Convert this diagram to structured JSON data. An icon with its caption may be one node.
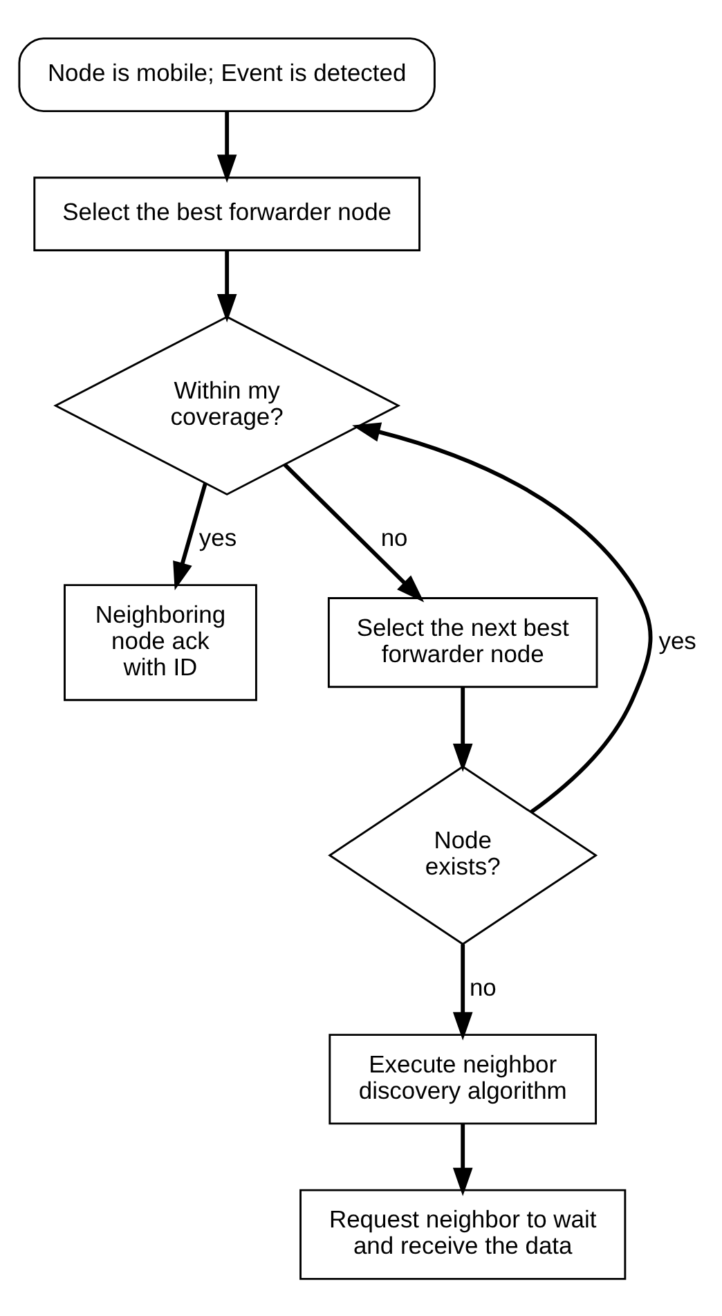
{
  "diagram": {
    "nodes": [
      {
        "text": [
          "Node is mobile; Event is detected"
        ]
      },
      {
        "text": [
          "Select the best forwarder node"
        ]
      },
      {
        "text": [
          "Within my coverage?"
        ]
      },
      {
        "text": [
          "Neighboring node ack with ID"
        ]
      },
      {
        "text": [
          "Select the next best forwarder node"
        ]
      },
      {
        "text": [
          "Node exists?"
        ]
      },
      {
        "text": [
          "Execute neighbor discovery algorithm"
        ]
      },
      {
        "text": [
          "Request neighbor to wait and receive the data"
        ]
      }
    ],
    "edges": [
      {
        "from": 0,
        "to": 1,
        "arrow": "to"
      },
      {
        "from": 1,
        "to": 2,
        "arrow": "to"
      },
      {
        "from": 2,
        "to": 3,
        "arrow": "to",
        "label": "yes"
      },
      {
        "from": 2,
        "to": 4,
        "arrow": "to",
        "label": "no"
      },
      {
        "from": 4,
        "to": 5,
        "arrow": "to"
      },
      {
        "from": 5,
        "to": 6,
        "arrow": "to",
        "label": "no"
      },
      {
        "from": 5,
        "to": 2,
        "arrow": "to",
        "label": "yes"
      },
      {
        "from": 6,
        "to": 7,
        "arrow": "to"
      }
    ]
  }
}
